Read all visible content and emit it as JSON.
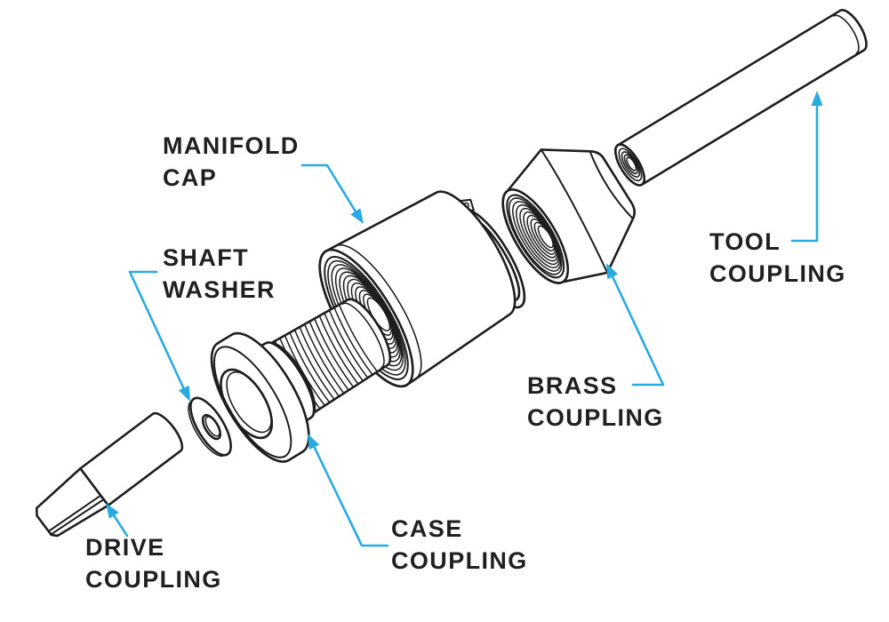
{
  "colors": {
    "accent": "#29ABE2",
    "line": "#1e1e1e",
    "text": "#231F20",
    "background": "#ffffff"
  },
  "diagram": {
    "type": "exploded-view-illustration",
    "parts": [
      {
        "id": "drive-coupling",
        "label": "DRIVE COUPLING",
        "label_lines": [
          "DRIVE",
          "COUPLING"
        ]
      },
      {
        "id": "shaft-washer",
        "label": "SHAFT WASHER",
        "label_lines": [
          "SHAFT",
          "WASHER"
        ]
      },
      {
        "id": "case-coupling",
        "label": "CASE COUPLING",
        "label_lines": [
          "CASE",
          "COUPLING"
        ]
      },
      {
        "id": "manifold-cap",
        "label": "MANIFOLD CAP",
        "label_lines": [
          "MANIFOLD",
          "CAP"
        ]
      },
      {
        "id": "brass-coupling",
        "label": "BRASS COUPLING",
        "label_lines": [
          "BRASS",
          "COUPLING"
        ]
      },
      {
        "id": "tool-coupling",
        "label": "TOOL COUPLING",
        "label_lines": [
          "TOOL",
          "COUPLING"
        ]
      }
    ]
  }
}
